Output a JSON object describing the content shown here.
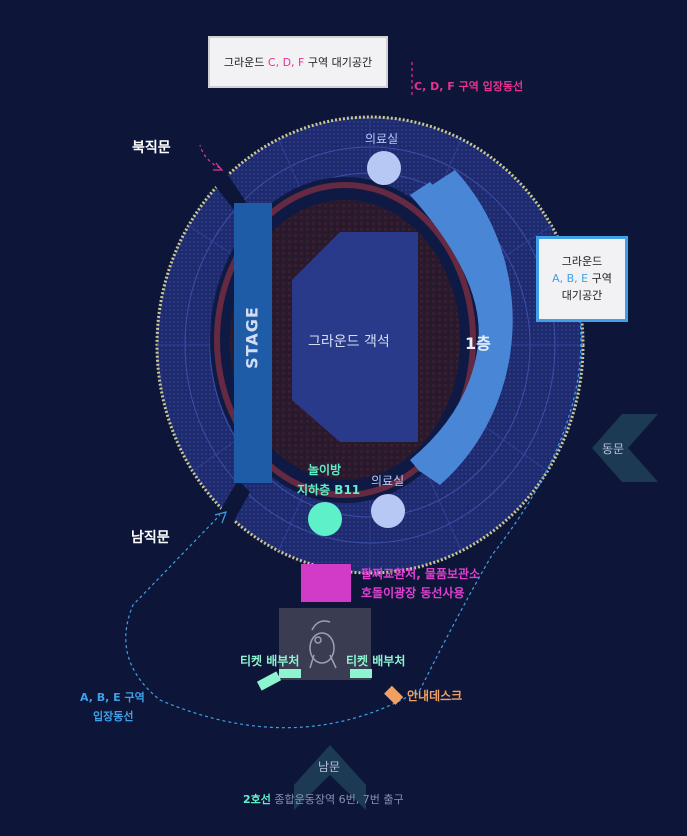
{
  "gates": {
    "north": "북직문",
    "south": "남직문",
    "east": "동문",
    "main_south": "남문"
  },
  "stage": "STAGE",
  "ground_seats": "그라운드 객석",
  "floor_1": "1층",
  "medical": {
    "top": "의료실",
    "bottom": "의료실"
  },
  "playroom": {
    "line1": "놀이방",
    "line2": "지하층 B11"
  },
  "box_cdf": {
    "prefix": "그라운드 ",
    "sections": "C, D, F",
    "suffix": " 구역 대기공간"
  },
  "route_cdf": "C, D, F 구역 입장동선",
  "box_abe": {
    "line1": "그라운드",
    "sections": "A, B, E",
    "suffix": " 구역",
    "line3": "대기공간"
  },
  "route_abe": {
    "line1": "A, B, E 구역",
    "line2": "입장동선"
  },
  "goods": {
    "line1": "팔찌교환처, 물품보관소",
    "line2": "호돌이광장 동선사용"
  },
  "ticket_left": "티켓 배부처",
  "ticket_right": "티켓 배부처",
  "info_desk": "안내데스크",
  "subway": {
    "line": "2호선",
    "text": " 종합운동장역 6번, 7번 출구"
  },
  "colors": {
    "background": "#0d1638",
    "stadium": "#1e2a6e",
    "stage": "#1f5ca8",
    "floor1": "#4a86d6",
    "ground": "#2a3a8a",
    "medical": "#b8c8f5",
    "playroom": "#5ef0c8",
    "goods": "#d23ac8",
    "pink_text": "#e8328f",
    "blue_text": "#3fa0e8",
    "mint_text": "#5ef0c8",
    "orange": "#f0a060"
  }
}
